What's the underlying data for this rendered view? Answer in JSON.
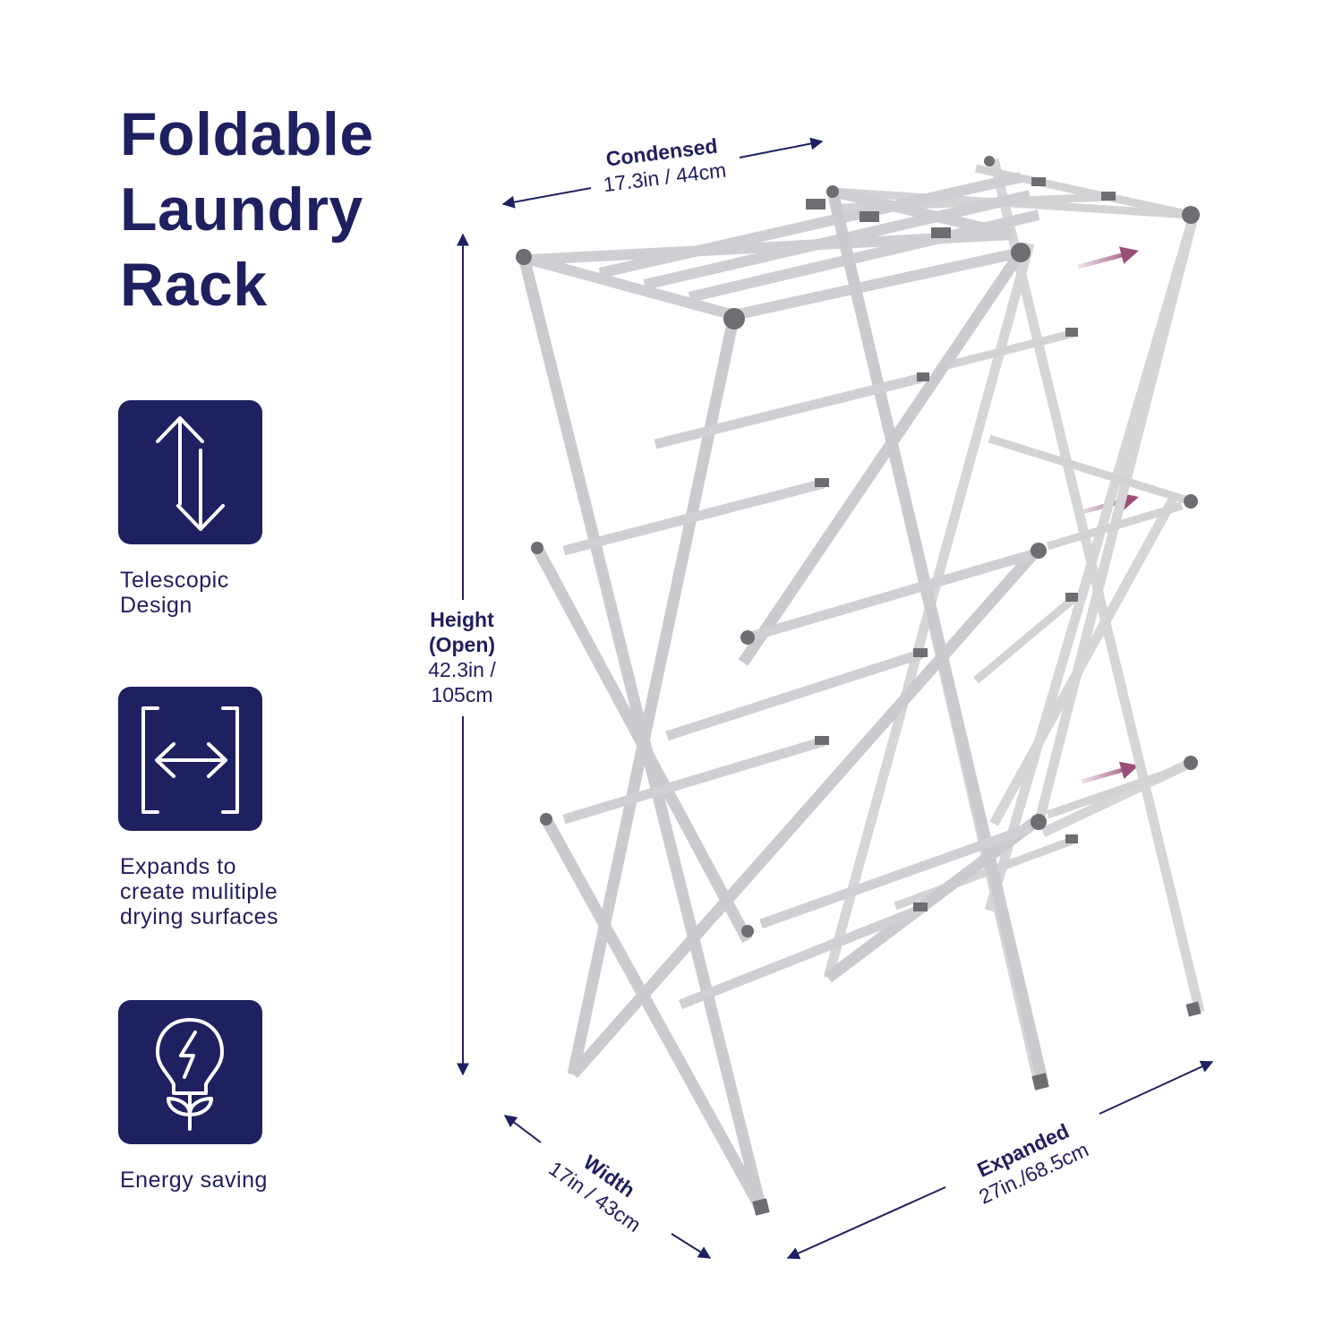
{
  "title": {
    "line1": "Foldable",
    "line2": "Laundry",
    "line3": "Rack"
  },
  "features": [
    {
      "icon": "telescopic-arrows-icon",
      "line1": "Telescopic",
      "line2": "Design"
    },
    {
      "icon": "expand-brackets-icon",
      "line1": "Expands to",
      "line2": "create mulitiple",
      "line3": "drying surfaces"
    },
    {
      "icon": "energy-bulb-plant-icon",
      "line1": "Energy saving"
    }
  ],
  "dimensions": {
    "condensed": {
      "label": "Condensed",
      "value": "17.3in / 44cm"
    },
    "height": {
      "label_line1": "Height",
      "label_line2": "(Open)",
      "value_line1": "42.3in /",
      "value_line2": "105cm"
    },
    "width": {
      "label": "Width",
      "value": "17in / 43cm"
    },
    "expanded": {
      "label": "Expanded",
      "value": "27in./68.5cm"
    }
  },
  "colors": {
    "navy": "#1f2060",
    "rack": "#c9c9cc",
    "joint": "#6d6d72",
    "expand_arrow": "#9a4d79"
  }
}
